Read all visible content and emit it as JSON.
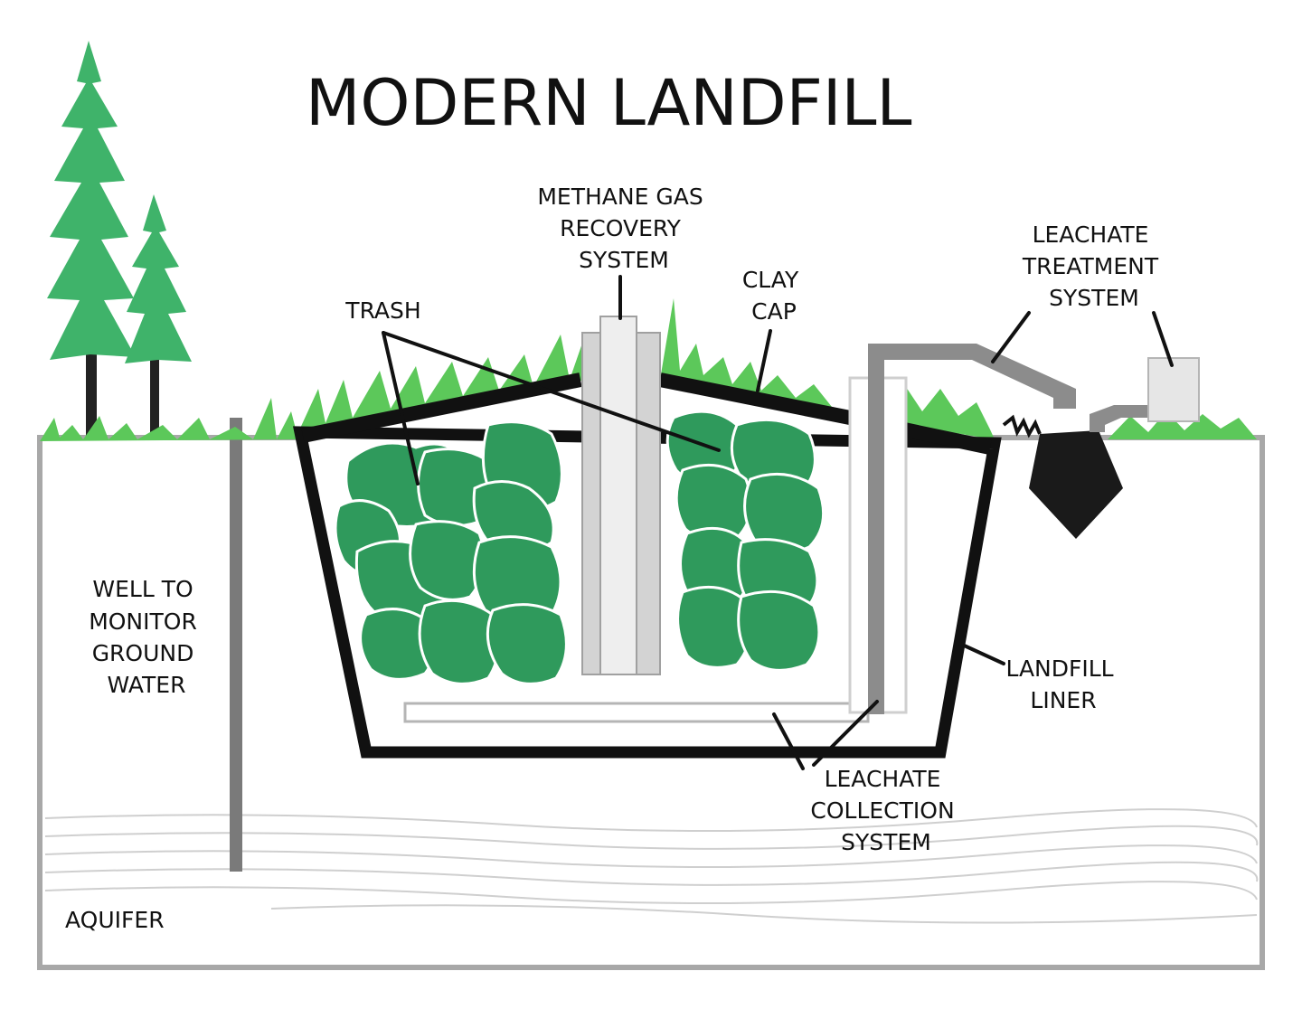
{
  "title": "MODERN LANDFILL",
  "labels": {
    "methane": [
      "METHANE GAS",
      "RECOVERY",
      "SYSTEM"
    ],
    "clay_cap": [
      "CLAY",
      "CAP"
    ],
    "trash": [
      "TRASH"
    ],
    "leachate_treatment": [
      "LEACHATE",
      "TREATMENT",
      "SYSTEM"
    ],
    "well": [
      "WELL TO",
      "MONITOR",
      "GROUND",
      "WATER"
    ],
    "landfill_liner": [
      "LANDFILL",
      "LINER"
    ],
    "leachate_collection": [
      "LEACHATE",
      "COLLECTION",
      "SYSTEM"
    ],
    "aquifer": [
      "AQUIFER"
    ]
  },
  "colors": {
    "trash": "#2f9a5c",
    "grass": "#5cc85a",
    "tree": "#3fb36a",
    "liner": "#111111",
    "pipe": "#8c8c8c",
    "methane_pipe": "#c9c9c9",
    "ground_outline": "#a8a8a8"
  }
}
